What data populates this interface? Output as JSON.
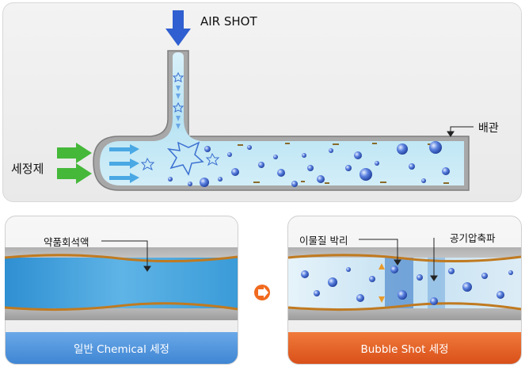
{
  "top": {
    "air_shot_label": "AIR SHOT",
    "pipe_label": "배관",
    "detergent_label": "세정제"
  },
  "left_panel": {
    "label": "약품회석액",
    "caption": "일반 Chemical 세정"
  },
  "right_panel": {
    "label_debris": "이물질 박리",
    "label_compression": "공기압축파",
    "caption": "Bubble Shot 세정"
  },
  "colors": {
    "arrow_blue": "#2f5fd0",
    "arrow_green": "#45b83a",
    "water": "#bfe6f4",
    "caption_blue": "#4a8fd6",
    "caption_orange": "#e35a1e",
    "next_orange": "#f06a1f"
  }
}
